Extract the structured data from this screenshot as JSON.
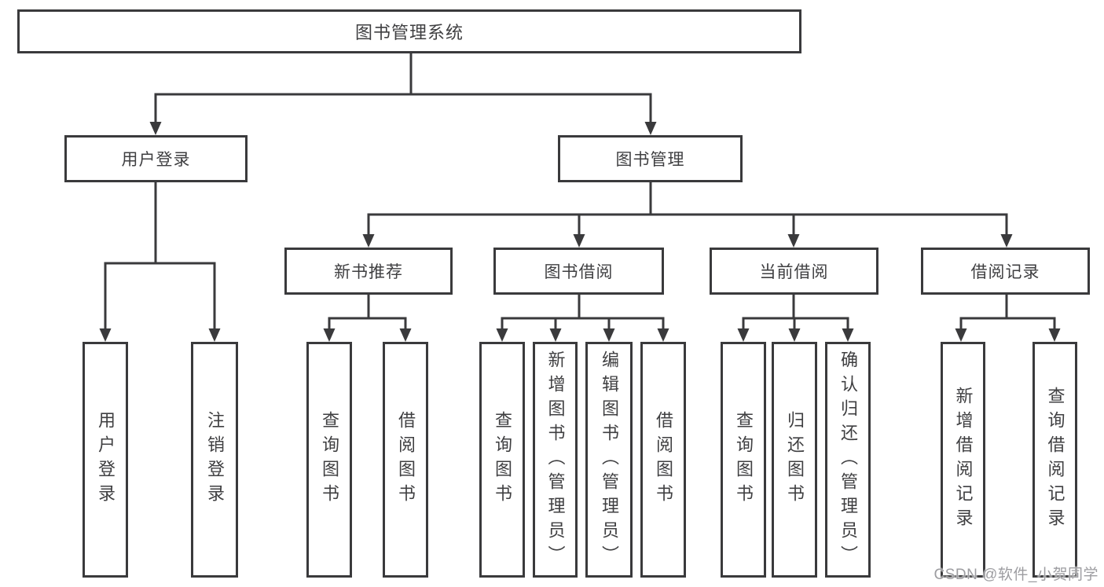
{
  "tree": {
    "root": {
      "label": "图书管理系统"
    },
    "branches": [
      {
        "label": "用户登录",
        "children": [
          {
            "label": "用户登录"
          },
          {
            "label": "注销登录"
          }
        ]
      },
      {
        "label": "图书管理",
        "children": [
          {
            "label": "新书推荐",
            "children": [
              {
                "label": "查询图书"
              },
              {
                "label": "借阅图书"
              }
            ]
          },
          {
            "label": "图书借阅",
            "children": [
              {
                "label": "查询图书"
              },
              {
                "label": "新增图书（管理员）"
              },
              {
                "label": "编辑图书（管理员）"
              },
              {
                "label": "借阅图书"
              }
            ]
          },
          {
            "label": "当前借阅",
            "children": [
              {
                "label": "查询图书"
              },
              {
                "label": "归还图书"
              },
              {
                "label": "确认归还（管理员）"
              }
            ]
          },
          {
            "label": "借阅记录",
            "children": [
              {
                "label": "新增借阅记录"
              },
              {
                "label": "查询借阅记录"
              }
            ]
          }
        ]
      }
    ]
  },
  "watermark": {
    "text": "CSDN @软件_小贺同学"
  },
  "colors": {
    "line": "#3a3a3c",
    "text": "#3f3f41",
    "background": "#ffffff",
    "watermark": "#9d9da1"
  }
}
